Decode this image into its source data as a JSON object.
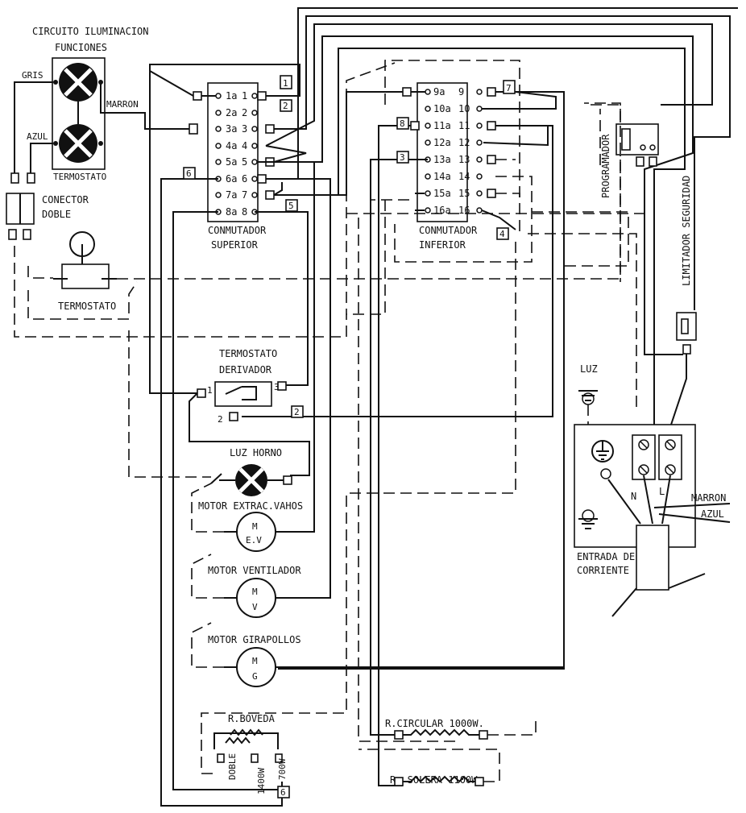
{
  "lighting": {
    "title_line1": "CIRCUITO ILUMINACION",
    "title_line2": "FUNCIONES",
    "gris": "GRIS",
    "azul": "AZUL",
    "marron": "MARRON",
    "termostato": "TERMOSTATO"
  },
  "connector": {
    "line1": "CONECTOR",
    "line2": "DOBLE"
  },
  "thermostat": {
    "label": "TERMOSTATO"
  },
  "upper_switch": {
    "line1": "CONMUTADOR",
    "line2": "SUPERIOR",
    "left_pins": [
      "1a",
      "2a",
      "3a",
      "4a",
      "5a",
      "6a",
      "7a",
      "8a"
    ],
    "right_pins": [
      "1",
      "2",
      "3",
      "4",
      "5",
      "6",
      "7",
      "8"
    ]
  },
  "lower_switch": {
    "line1": "CONMUTADOR",
    "line2": "INFERIOR",
    "left_pins": [
      "9a",
      "10a",
      "11a",
      "12a",
      "13a",
      "14a",
      "15a",
      "16a"
    ],
    "right_pins": [
      "9",
      "10",
      "11",
      "12",
      "13",
      "14",
      "15",
      "16"
    ]
  },
  "tags": {
    "t1": "1",
    "t2": "2",
    "t5": "5",
    "t6": "6",
    "t7": "7",
    "t8": "8",
    "t3": "3",
    "t4": "4",
    "t2b": "2",
    "t6a": "6",
    "t6b": "6"
  },
  "derivator": {
    "line1": "TERMOSTATO",
    "line2": "DERIVADOR",
    "p1": "1",
    "p2": "2",
    "p3": "3"
  },
  "lamp": {
    "label": "LUZ HORNO"
  },
  "motors": [
    {
      "label": "MOTOR EXTRAC.VAHOS",
      "m": "M",
      "code": "E.V"
    },
    {
      "label": "MOTOR VENTILADOR",
      "m": "M",
      "code": "V"
    },
    {
      "label": "MOTOR GIRAPOLLOS",
      "m": "M",
      "code": "G"
    }
  ],
  "boveda": {
    "label": "R.BOVEDA",
    "doble": "DOBLE",
    "w1400": "1400W",
    "w700": "700W"
  },
  "resistors": {
    "circular": "R.CIRCULAR 1000W.",
    "solera": "R. SOLERA 1100W"
  },
  "right": {
    "programador": "PROGRAMADOR",
    "limitador": "LIMITADOR SEGURIDAD",
    "luz": "LUZ",
    "marron": "MARRON",
    "azul": "AZUL",
    "n": "N",
    "l": "L",
    "entrada1": "ENTRADA DE",
    "entrada2": "CORRIENTE"
  }
}
